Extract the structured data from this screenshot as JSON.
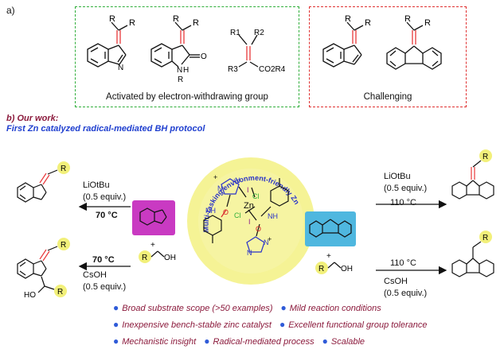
{
  "part_a_label": "a)",
  "activated_caption": "Activated by electron-withdrawing group",
  "challenging_caption": "Challenging",
  "our_work": "b) Our work:",
  "subtitle": "First Zn catalyzed radical-mediated BH protocol",
  "catalyst_arc_text": "Multi-tasking environment-friendly Zn catalyst",
  "atoms": {
    "R": "R",
    "N": "N",
    "H": "H",
    "O": "O",
    "OH": "OH",
    "HO": "HO",
    "R1": "R1",
    "R2": "R2",
    "R3": "R3",
    "R4": "R4",
    "CO2R4": "CO2R4",
    "Zn": "Zn",
    "Cl": "Cl",
    "I": "I",
    "NH": "NH",
    "plus": "+"
  },
  "left_top": {
    "base": "LiOtBu",
    "equiv": "(0.5 equiv.)",
    "temp": "70 °C"
  },
  "left_bottom": {
    "temp": "70 °C",
    "base": "CsOH",
    "equiv": "(0.5 equiv.)"
  },
  "right_top": {
    "base": "LiOtBu",
    "equiv": "(0.5 equiv.)",
    "temp": "110 °C"
  },
  "right_bottom": {
    "temp": "110 °C",
    "base": "CsOH",
    "equiv": "(0.5 equiv.)"
  },
  "bullets": {
    "b1": "Broad substrate scope (>50 examples)",
    "b2": "Mild reaction conditions",
    "b3": "Inexpensive bench-stable zinc catalyst",
    "b4": "Excellent functional group tolerance",
    "b5": "Mechanistic insight",
    "b6": "Radical-mediated process",
    "b7": "Scalable"
  },
  "colors": {
    "green_box": "#2fae3a",
    "red_box": "#e03030",
    "double_bond": "#e8383a",
    "magenta_box": "#c93ac2",
    "cyan_box": "#4fb7df",
    "yellow_circle": "#f2f07a",
    "catalyst_red": "#d8262b",
    "catalyst_blue": "#2a33c8",
    "bullet_dot": "#2f5bd8",
    "bullet_text": "#8b1a3c",
    "subtitle_blue": "#1f3fcf"
  }
}
